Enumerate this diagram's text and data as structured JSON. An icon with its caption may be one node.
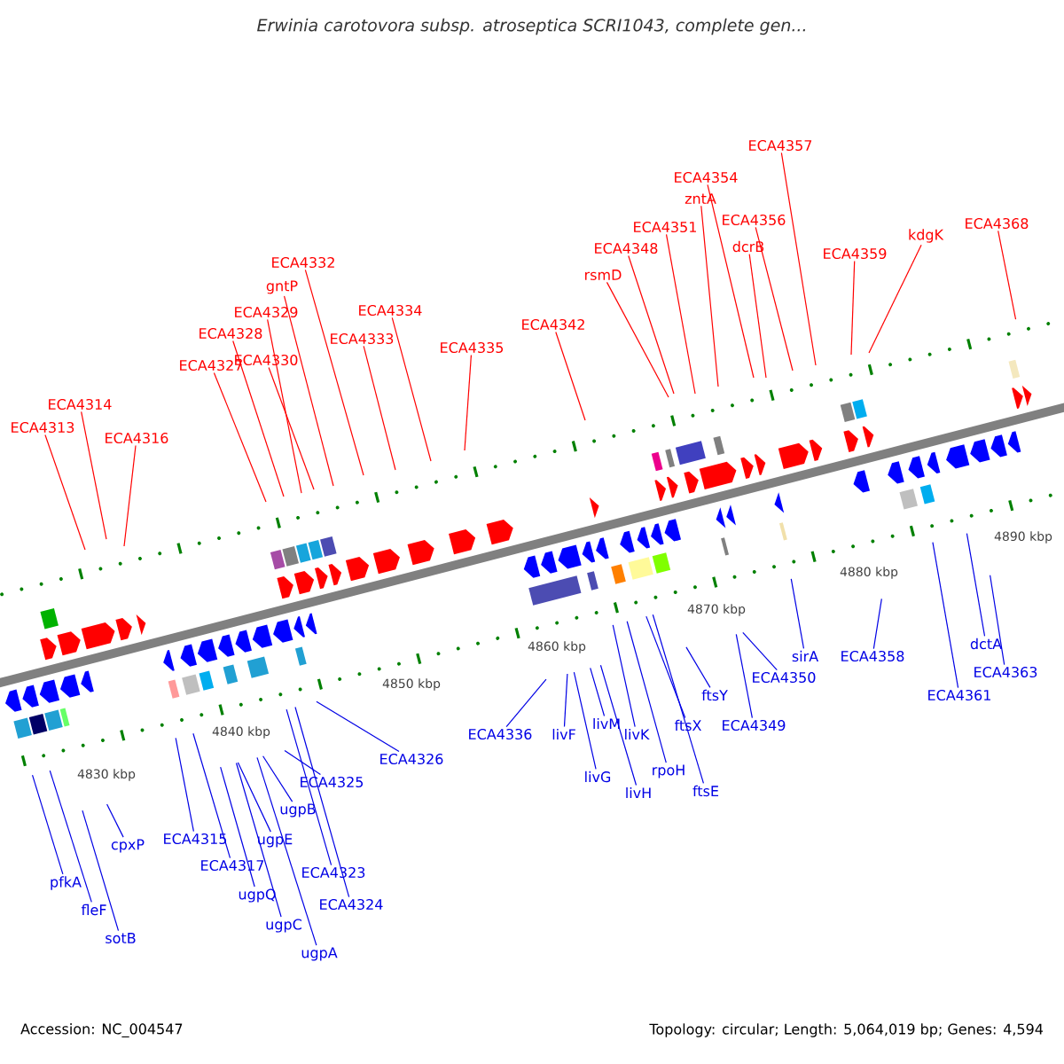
{
  "diagram": {
    "title": "Erwinia carotovora subsp. atroseptica SCRI1043, complete gen...",
    "nodes": [
      {
        "text": [
          "ECA4313"
        ]
      },
      {
        "text": [
          "ECA4314"
        ]
      },
      {
        "text": [
          "ECA4316"
        ]
      },
      {
        "text": [
          "ECA4327"
        ]
      },
      {
        "text": [
          "ECA4328"
        ]
      },
      {
        "text": [
          "ECA4329"
        ]
      },
      {
        "text": [
          "ECA4330"
        ]
      },
      {
        "text": [
          "gntP"
        ]
      },
      {
        "text": [
          "ECA4332"
        ]
      },
      {
        "text": [
          "ECA4333"
        ]
      },
      {
        "text": [
          "ECA4334"
        ]
      },
      {
        "text": [
          "ECA4335"
        ]
      },
      {
        "text": [
          "ECA4342"
        ]
      },
      {
        "text": [
          "rsmD"
        ]
      },
      {
        "text": [
          "ECA4348"
        ]
      },
      {
        "text": [
          "ECA4351"
        ]
      },
      {
        "text": [
          "zntA"
        ]
      },
      {
        "text": [
          "ECA4354"
        ]
      },
      {
        "text": [
          "dcrB"
        ]
      },
      {
        "text": [
          "ECA4356"
        ]
      },
      {
        "text": [
          "ECA4357"
        ]
      },
      {
        "text": [
          "ECA4359"
        ]
      },
      {
        "text": [
          "kdgK"
        ]
      },
      {
        "text": [
          "ECA4368"
        ]
      },
      {
        "text": [
          "cpxP"
        ]
      },
      {
        "text": [
          "pfkA"
        ]
      },
      {
        "text": [
          "fleF"
        ]
      },
      {
        "text": [
          "sotB"
        ]
      },
      {
        "text": [
          "ECA4315"
        ]
      },
      {
        "text": [
          "ECA4317"
        ]
      },
      {
        "text": [
          "ugpQ"
        ]
      },
      {
        "text": [
          "ugpC"
        ]
      },
      {
        "text": [
          "ugpA"
        ]
      },
      {
        "text": [
          "ugpE"
        ]
      },
      {
        "text": [
          "ugpB"
        ]
      },
      {
        "text": [
          "ECA4325"
        ]
      },
      {
        "text": [
          "ECA4323"
        ]
      },
      {
        "text": [
          "ECA4324"
        ]
      },
      {
        "text": [
          "ECA4326"
        ]
      },
      {
        "text": [
          "ECA4336"
        ]
      },
      {
        "text": [
          "livF"
        ]
      },
      {
        "text": [
          "livG"
        ]
      },
      {
        "text": [
          "livM"
        ]
      },
      {
        "text": [
          "livH"
        ]
      },
      {
        "text": [
          "livK"
        ]
      },
      {
        "text": [
          "rpoH"
        ]
      },
      {
        "text": [
          "ftsX"
        ]
      },
      {
        "text": [
          "ftsE"
        ]
      },
      {
        "text": [
          "ftsY"
        ]
      },
      {
        "text": [
          "ECA4350"
        ]
      },
      {
        "text": [
          "ECA4349"
        ]
      },
      {
        "text": [
          "sirA"
        ]
      },
      {
        "text": [
          "ECA4358"
        ]
      },
      {
        "text": [
          "ECA4361"
        ]
      },
      {
        "text": [
          "dctA"
        ]
      },
      {
        "text": [
          "ECA4363"
        ]
      }
    ],
    "edges": [
      {
        "from": 0,
        "to": null,
        "arrow": "none",
        "color": "#ff0000"
      },
      {
        "from": 1,
        "to": null,
        "arrow": "none",
        "color": "#ff0000"
      },
      {
        "from": 2,
        "to": null,
        "arrow": "none",
        "color": "#ff0000"
      },
      {
        "from": 3,
        "to": null,
        "arrow": "none",
        "color": "#ff0000"
      },
      {
        "from": 4,
        "to": null,
        "arrow": "none",
        "color": "#ff0000"
      },
      {
        "from": 5,
        "to": null,
        "arrow": "none",
        "color": "#ff0000"
      },
      {
        "from": 6,
        "to": null,
        "arrow": "none",
        "color": "#ff0000"
      },
      {
        "from": 7,
        "to": null,
        "arrow": "none",
        "color": "#ff0000"
      },
      {
        "from": 8,
        "to": null,
        "arrow": "none",
        "color": "#ff0000"
      },
      {
        "from": 9,
        "to": null,
        "arrow": "none",
        "color": "#ff0000"
      },
      {
        "from": 10,
        "to": null,
        "arrow": "none",
        "color": "#ff0000"
      },
      {
        "from": 11,
        "to": null,
        "arrow": "none",
        "color": "#ff0000"
      },
      {
        "from": 12,
        "to": null,
        "arrow": "none",
        "color": "#ff0000"
      },
      {
        "from": 13,
        "to": null,
        "arrow": "none",
        "color": "#ff0000"
      },
      {
        "from": 14,
        "to": null,
        "arrow": "none",
        "color": "#ff0000"
      },
      {
        "from": 15,
        "to": null,
        "arrow": "none",
        "color": "#ff0000"
      },
      {
        "from": 16,
        "to": null,
        "arrow": "none",
        "color": "#ff0000"
      },
      {
        "from": 17,
        "to": null,
        "arrow": "none",
        "color": "#ff0000"
      },
      {
        "from": 18,
        "to": null,
        "arrow": "none",
        "color": "#ff0000"
      },
      {
        "from": 19,
        "to": null,
        "arrow": "none",
        "color": "#ff0000"
      },
      {
        "from": 20,
        "to": null,
        "arrow": "none",
        "color": "#ff0000"
      },
      {
        "from": 21,
        "to": null,
        "arrow": "none",
        "color": "#ff0000"
      },
      {
        "from": 22,
        "to": null,
        "arrow": "none",
        "color": "#ff0000"
      },
      {
        "from": 23,
        "to": null,
        "arrow": "none",
        "color": "#ff0000"
      },
      {
        "from": 24,
        "to": null,
        "arrow": "none"
      },
      {
        "from": 25,
        "to": null,
        "arrow": "none"
      },
      {
        "from": 26,
        "to": null,
        "arrow": "none"
      },
      {
        "from": 27,
        "to": null,
        "arrow": "none"
      },
      {
        "from": 28,
        "to": null,
        "arrow": "none"
      },
      {
        "from": 29,
        "to": null,
        "arrow": "none"
      },
      {
        "from": 30,
        "to": null,
        "arrow": "none"
      },
      {
        "from": 31,
        "to": null,
        "arrow": "none"
      },
      {
        "from": 32,
        "to": null,
        "arrow": "none"
      },
      {
        "from": 33,
        "to": null,
        "arrow": "none"
      },
      {
        "from": 34,
        "to": null,
        "arrow": "none"
      },
      {
        "from": 35,
        "to": null,
        "arrow": "none"
      },
      {
        "from": 36,
        "to": null,
        "arrow": "none"
      },
      {
        "from": 37,
        "to": null,
        "arrow": "none"
      },
      {
        "from": 38,
        "to": null,
        "arrow": "none"
      },
      {
        "from": 39,
        "to": null,
        "arrow": "none"
      },
      {
        "from": 40,
        "to": null,
        "arrow": "none"
      },
      {
        "from": 41,
        "to": null,
        "arrow": "none"
      },
      {
        "from": 42,
        "to": null,
        "arrow": "none"
      },
      {
        "from": 43,
        "to": null,
        "arrow": "none"
      },
      {
        "from": 44,
        "to": null,
        "arrow": "none"
      },
      {
        "from": 45,
        "to": null,
        "arrow": "none"
      },
      {
        "from": 46,
        "to": null,
        "arrow": "none"
      },
      {
        "from": 47,
        "to": null,
        "arrow": "none"
      },
      {
        "from": 48,
        "to": null,
        "arrow": "none"
      },
      {
        "from": 49,
        "to": null,
        "arrow": "none"
      },
      {
        "from": 50,
        "to": null,
        "arrow": "none"
      },
      {
        "from": 51,
        "to": null,
        "arrow": "none"
      },
      {
        "from": 52,
        "to": null,
        "arrow": "none"
      },
      {
        "from": 53,
        "to": null,
        "arrow": "none"
      },
      {
        "from": 54,
        "to": null,
        "arrow": "none"
      },
      {
        "from": 55,
        "to": null,
        "arrow": "none"
      }
    ],
    "labels": [
      "4890 kbp",
      "4880 kbp",
      "4870 kbp",
      "4860 kbp",
      "4850 kbp",
      "4840 kbp",
      "4830 kbp",
      "Accession: NC_004547",
      "Topology: circular; Length: 5,064,019 bp; Genes: 4,594"
    ]
  }
}
